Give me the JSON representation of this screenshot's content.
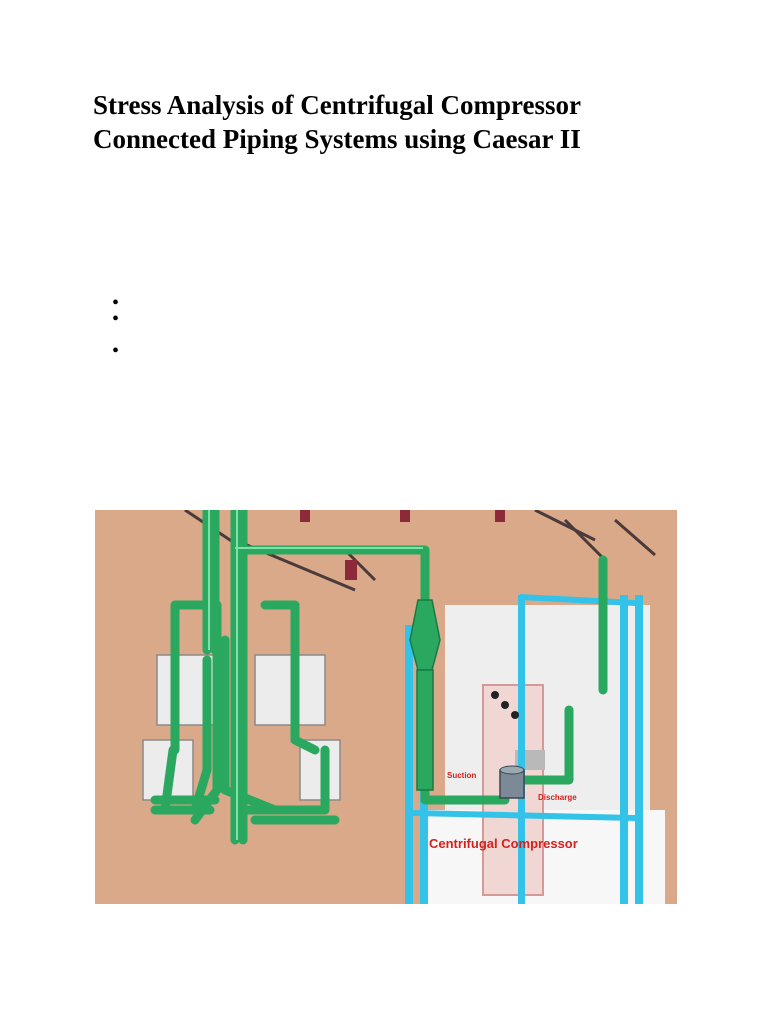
{
  "document": {
    "title_line1": "Stress Analysis of Centrifugal Compressor",
    "title_line2": "Connected Piping Systems using Caesar II",
    "bullets": [
      "•",
      "•",
      "•"
    ]
  },
  "figure": {
    "labels": {
      "suction": "Suction",
      "discharge": "Discharge",
      "compressor": "Centrifugal Compressor"
    },
    "colors": {
      "background": "#d9a98a",
      "pipe": "#2aa860",
      "pipe_dark": "#187a42",
      "steel_frame": "#34c3e8",
      "label": "#d6201c"
    }
  }
}
